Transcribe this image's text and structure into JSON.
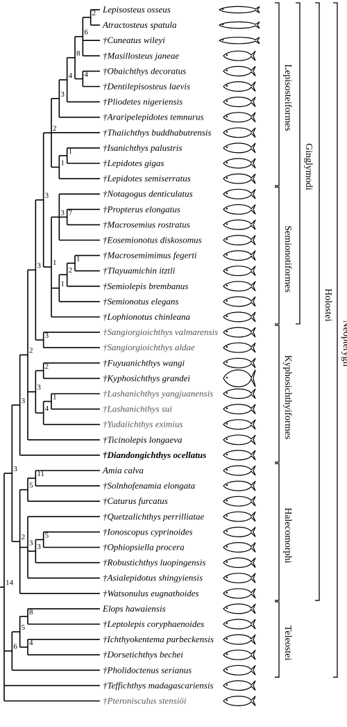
{
  "taxa": [
    {
      "id": "lepisosteus",
      "name": "Lepisosteus osseus",
      "extinct": false
    },
    {
      "id": "atractosteus",
      "name": "Atractosteus spatula",
      "extinct": false
    },
    {
      "id": "cuneatus",
      "name": "Cuneatus wileyi",
      "extinct": true
    },
    {
      "id": "masillosteus",
      "name": "Masillosteus janeae",
      "extinct": true
    },
    {
      "id": "obaichthys",
      "name": "Obaichthys decoratus",
      "extinct": true
    },
    {
      "id": "dentilepisosteus",
      "name": "Dentilepisosteus laevis",
      "extinct": true
    },
    {
      "id": "pliodetes",
      "name": "Pliodetes nigeriensis",
      "extinct": true
    },
    {
      "id": "araripelepidotes",
      "name": "Araripelepidotes temnurus",
      "extinct": true
    },
    {
      "id": "thaiichthys",
      "name": "Thaiichthys buddhabutrensis",
      "extinct": true
    },
    {
      "id": "isanichthys",
      "name": "Isanichthys palustris",
      "extinct": true
    },
    {
      "id": "lepidotes_gigas",
      "name": "Lepidotes gigas",
      "extinct": true
    },
    {
      "id": "lepidotes_semi",
      "name": "Lepidotes semiserratus",
      "extinct": true
    },
    {
      "id": "notagogus",
      "name": "Notagogus denticulatus",
      "extinct": true
    },
    {
      "id": "propterus",
      "name": "Propterus elongatus",
      "extinct": true
    },
    {
      "id": "macrosemius",
      "name": "Macrosemius rostratus",
      "extinct": true
    },
    {
      "id": "eosemionotus",
      "name": "Eosemionotus diskosomus",
      "extinct": true
    },
    {
      "id": "macrosemimimus",
      "name": "Macrosemimimus fegerti",
      "extinct": true
    },
    {
      "id": "tlayuamichin",
      "name": "Tlayuamichin itztli",
      "extinct": true
    },
    {
      "id": "semiolepis",
      "name": "Semiolepis brembanus",
      "extinct": true
    },
    {
      "id": "semionotus",
      "name": "Semionotus elegans",
      "extinct": true
    },
    {
      "id": "lophionotus",
      "name": "Lophionotus chinleana",
      "extinct": true
    },
    {
      "id": "sangiorgio_v",
      "name": "Sangiorgioichthys valmarensis",
      "extinct": true,
      "style": "grey"
    },
    {
      "id": "sangiorgio_a",
      "name": "Sangiorgioichthys aldae",
      "extinct": true,
      "style": "grey"
    },
    {
      "id": "fuyuanichthys",
      "name": "Fuyuanichthys wangi",
      "extinct": true
    },
    {
      "id": "kyphosichthys",
      "name": "Kyphosichthys grandei",
      "extinct": true
    },
    {
      "id": "lashan_y",
      "name": "Lashanichthys yangjuanensis",
      "extinct": true,
      "style": "grey"
    },
    {
      "id": "lashan_s",
      "name": "Lashanichthys sui",
      "extinct": true,
      "style": "grey"
    },
    {
      "id": "yudaiichthys",
      "name": "Yudaiichthys eximius",
      "extinct": true,
      "style": "grey"
    },
    {
      "id": "ticinolepis",
      "name": "Ticinolepis longaeva",
      "extinct": true
    },
    {
      "id": "diandong",
      "name": "Diandongichthys ocellatus",
      "extinct": true,
      "style": "bold"
    },
    {
      "id": "amia",
      "name": "Amia calva",
      "extinct": false
    },
    {
      "id": "solnhofenamia",
      "name": "Solnhofenamia elongata",
      "extinct": true
    },
    {
      "id": "caturus",
      "name": "Caturus furcatus",
      "extinct": true
    },
    {
      "id": "quetzalichthys",
      "name": "Quetzalichthys perrilliatae",
      "extinct": true
    },
    {
      "id": "ionoscopus",
      "name": "Ionoscopus cyprinoides",
      "extinct": true
    },
    {
      "id": "ophiopsiella",
      "name": "Ophiopsiella procera",
      "extinct": true
    },
    {
      "id": "robustichthys",
      "name": "Robustichthys luopingensis",
      "extinct": true
    },
    {
      "id": "asialepidotus",
      "name": "Asialepidotus shingyiensis",
      "extinct": true
    },
    {
      "id": "watsonulus",
      "name": "Watsonulus eugnathoides",
      "extinct": true
    },
    {
      "id": "elops",
      "name": "Elops hawaiensis",
      "extinct": false
    },
    {
      "id": "leptolepis",
      "name": "Leptolepis coryphaenoides",
      "extinct": true
    },
    {
      "id": "ichthyokentema",
      "name": "Ichthyokentema purbeckensis",
      "extinct": true
    },
    {
      "id": "dorsetichthys",
      "name": "Dorsetichthys bechei",
      "extinct": true
    },
    {
      "id": "pholidoctenus",
      "name": "Pholidoctenus serianus",
      "extinct": true
    },
    {
      "id": "teffichthys",
      "name": "Teffichthys madagascariensis",
      "extinct": true
    },
    {
      "id": "pteronisculus",
      "name": "Pteronisculus stensiöi",
      "extinct": true,
      "style": "grey"
    }
  ],
  "tree": {
    "s": "14",
    "c": [
      {
        "s": "3",
        "c": [
          {
            "s": "3",
            "c": [
              {
                "s": "2",
                "c": [
                  {
                    "s": "3",
                    "c": [
                      {
                        "s": "3",
                        "c": [
                          {
                            "s": "2",
                            "c": [
                              {
                                "s": "3",
                                "c": [
                                  {
                                    "s": "4",
                                    "c": [
                                      {
                                        "s": "8",
                                        "c": [
                                          {
                                            "s": "6",
                                            "c": [
                                              {
                                                "s": "2",
                                                "c": [
                                                  "lepisosteus",
                                                  "atractosteus"
                                                ]
                                              },
                                              "cuneatus",
                                              "masillosteus"
                                            ]
                                          },
                                          {
                                            "s": "4",
                                            "c": [
                                              "obaichthys",
                                              "dentilepisosteus"
                                            ]
                                          }
                                        ]
                                      },
                                      "pliodetes"
                                    ]
                                  },
                                  "araripelepidotes"
                                ]
                              },
                              "thaiichthys",
                              {
                                "s": "1",
                                "c": [
                                  {
                                    "s": "1",
                                    "c": [
                                      "isanichthys",
                                      "lepidotes_gigas"
                                    ]
                                  },
                                  "lepidotes_semi"
                                ]
                              }
                            ]
                          },
                          {
                            "s": "1",
                            "c": [
                              {
                                "s": "3",
                                "c": [
                                  "notagogus",
                                  {
                                    "s": "7",
                                    "c": [
                                      "propterus",
                                      "macrosemius"
                                    ]
                                  },
                                  "eosemionotus"
                                ]
                              },
                              {
                                "s": "1",
                                "c": [
                                  {
                                    "s": "2",
                                    "c": [
                                      {
                                        "s": "1",
                                        "c": [
                                          "macrosemimimus",
                                          "tlayuamichin"
                                        ]
                                      },
                                      "semiolepis"
                                    ]
                                  },
                                  "semionotus"
                                ]
                              },
                              "lophionotus"
                            ]
                          }
                        ]
                      },
                      {
                        "s": "3",
                        "c": [
                          "sangiorgio_v",
                          "sangiorgio_a"
                        ]
                      }
                    ]
                  },
                  {
                    "s": "3",
                    "c": [
                      {
                        "s": "2",
                        "c": [
                          "fuyuanichthys",
                          "kyphosichthys"
                        ]
                      },
                      {
                        "s": "4",
                        "c": [
                          {
                            "s": "1",
                            "c": [
                              "lashan_y",
                              "lashan_s"
                            ]
                          },
                          "yudaiichthys"
                        ]
                      }
                    ]
                  },
                  "ticinolepis"
                ]
              },
              "diandong"
            ]
          },
          {
            "s": "2",
            "c": [
              {
                "s": "5",
                "c": [
                  {
                    "s": "11",
                    "c": [
                      "amia",
                      "solnhofenamia"
                    ]
                  },
                  "caturus"
                ]
              },
              {
                "s": "3",
                "c": [
                  "quetzalichthys",
                  {
                    "s": "3",
                    "c": [
                      {
                        "s": "5",
                        "c": [
                          "ionoscopus",
                          "ophiopsiella"
                        ]
                      },
                      "robustichthys"
                    ]
                  },
                  "asialepidotus"
                ]
              },
              "watsonulus"
            ]
          }
        ]
      },
      {
        "s": "6",
        "c": [
          {
            "s": "5",
            "c": [
              {
                "s": "8",
                "c": [
                  "elops",
                  "leptolepis"
                ]
              },
              {
                "s": "4",
                "c": [
                  "ichthyokentema",
                  "dorsetichthys"
                ]
              }
            ]
          },
          "pholidoctenus"
        ]
      },
      "teffichthys",
      "pteronisculus"
    ]
  },
  "groups": [
    {
      "id": "lepisosteiformes",
      "label": "Lepisosteiformes",
      "from": "lepisosteus",
      "to": "lepidotes_semi",
      "level": 0
    },
    {
      "id": "semionotiformes",
      "label": "Semionotiformes",
      "from": "notagogus",
      "to": "lophionotus",
      "level": 0
    },
    {
      "id": "kyphosichthyiformes",
      "label": "Kyphosichthyiformes",
      "from": "sangiorgio_v",
      "to": "diandong",
      "level": 0
    },
    {
      "id": "halecomorphi",
      "label": "Halecomorphi",
      "from": "amia",
      "to": "watsonulus",
      "level": 0
    },
    {
      "id": "teleostei",
      "label": "Teleostei",
      "from": "elops",
      "to": "pholidoctenus",
      "level": 0
    },
    {
      "id": "ginglymodi",
      "label": "Ginglymodi",
      "from": "lepisosteus",
      "to": "lophionotus",
      "level": 1
    },
    {
      "id": "holostei",
      "label": "Holostei",
      "from": "lepisosteus",
      "to": "watsonulus",
      "level": 2
    },
    {
      "id": "neopterygii",
      "label": "Neopterygii",
      "from": "lepisosteus",
      "to": "pholidoctenus",
      "level": 3
    }
  ],
  "dagger": "†"
}
